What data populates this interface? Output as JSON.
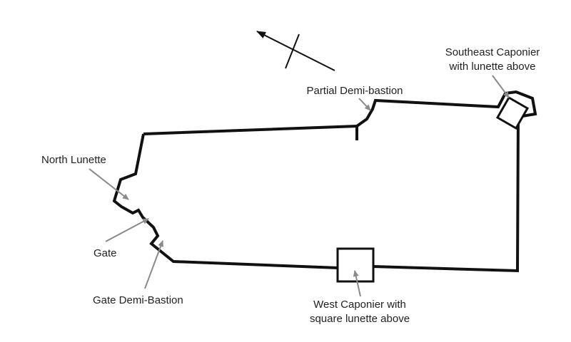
{
  "labels": {
    "north_lunette": "North Lunette",
    "gate": "Gate",
    "gate_demi_bastion": "Gate Demi-Bastion",
    "partial_demi_bastion": "Partial Demi-bastion",
    "southeast_caponier": [
      "Southeast Caponier",
      "with lunette above"
    ],
    "west_caponier": [
      "West Caponier with",
      "square lunette above"
    ]
  },
  "colors": {
    "outline": "#111111",
    "arrow": "#8a8a8a",
    "text": "#222222"
  },
  "icons": {
    "orientation_marker": "north-arrow-icon"
  }
}
